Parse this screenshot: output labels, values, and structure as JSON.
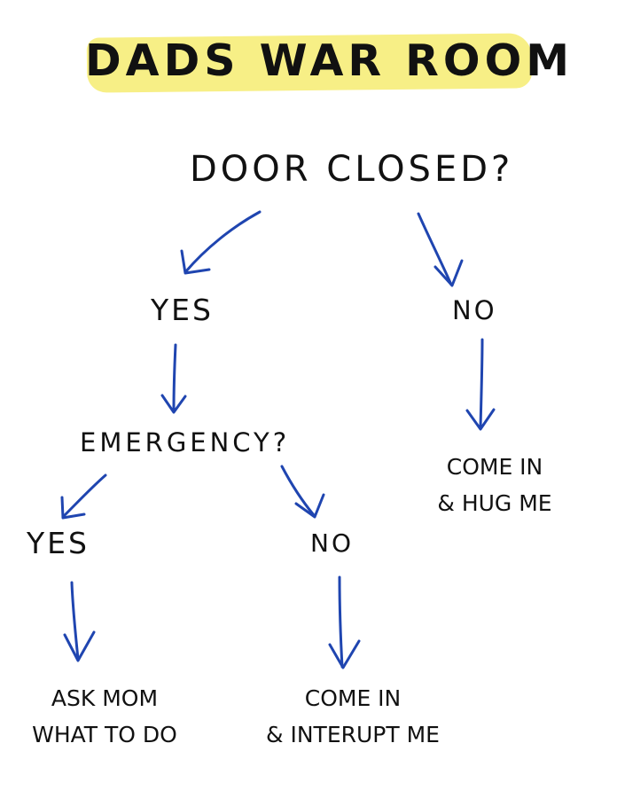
{
  "title": "DADS WAR ROOM",
  "nodes": {
    "door_closed": "DOOR CLOSED?",
    "yes_door": "YES",
    "no_door": "NO",
    "emergency": "EMERGENCY?",
    "yes_emergency": "YES",
    "no_emergency": "NO"
  },
  "outcomes": {
    "no_door": [
      "COME IN",
      "& HUG ME"
    ],
    "yes_emergency": [
      "ASK MOM",
      "WHAT TO DO"
    ],
    "no_emergency": [
      "COME IN",
      "& INTERUPT ME"
    ]
  },
  "colors": {
    "arrow": "#1f45b0",
    "highlight": "#f7ef86",
    "text": "#111111"
  }
}
